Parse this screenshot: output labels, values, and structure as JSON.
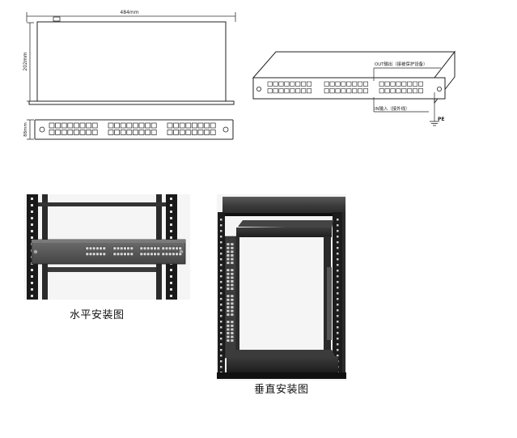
{
  "top_view": {
    "width_dim": "484mm",
    "depth_dim": "202mm"
  },
  "front_view": {
    "height_dim": "88mm"
  },
  "iso_view": {
    "out_label": "OUT输出（接被保护设备）",
    "in_label": "IN输入（接外线）",
    "pe_label": "PE"
  },
  "photo_horizontal": {
    "caption": "水平安装图"
  },
  "photo_vertical": {
    "caption": "垂直安装图"
  }
}
